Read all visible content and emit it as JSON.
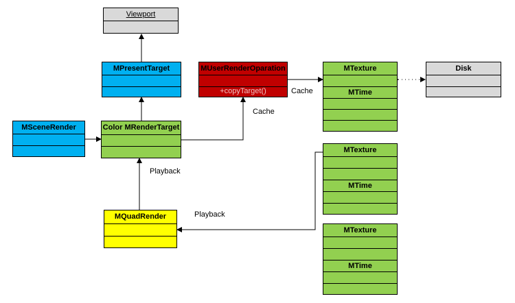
{
  "boxes": {
    "viewport": {
      "title": "Viewport"
    },
    "present_target": {
      "title": "MPresentTarget"
    },
    "user_render_op": {
      "title": "MUserRenderOparation",
      "operation": "+copyTarget()"
    },
    "scene_render": {
      "title": "MSceneRender"
    },
    "render_target": {
      "title": "Color MRenderTarget"
    },
    "quad_render": {
      "title": "MQuadRender"
    },
    "disk": {
      "title": "Disk"
    },
    "texture_group_1": {
      "title": "MTexture",
      "subtitle": "MTime"
    },
    "texture_group_2": {
      "title": "MTexture",
      "subtitle": "MTime"
    },
    "texture_group_3": {
      "title": "MTexture",
      "subtitle": "MTime"
    }
  },
  "edge_labels": {
    "cache_top": "Cache",
    "cache_mid": "Cache",
    "playback_vertical": "Playback",
    "playback_horizontal": "Playback"
  },
  "colors": {
    "blue": "#00b0f0",
    "green": "#92d050",
    "yellow": "#ffff00",
    "red": "#c00000",
    "gray": "#d9d9d9"
  }
}
